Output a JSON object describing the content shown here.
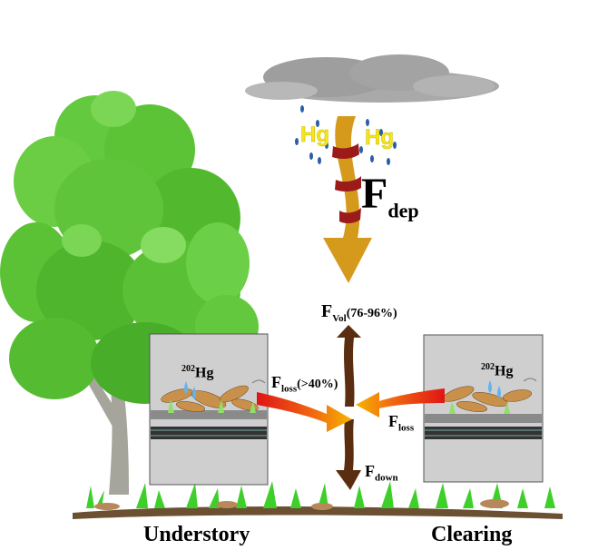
{
  "hg_left": "Hg",
  "hg_right": "Hg",
  "fdep": {
    "main": "F",
    "sub": "dep"
  },
  "fvol": {
    "main": "F",
    "sub": "Vol",
    "pct": "(76-96%)"
  },
  "floss_left": {
    "main": "F",
    "sub": "loss",
    "pct": "(>40%)"
  },
  "floss_right": {
    "main": "F",
    "sub": "loss"
  },
  "fdown": {
    "main": "F",
    "sub": "down"
  },
  "box_left": {
    "sup": "202",
    "label": "Hg"
  },
  "box_right": {
    "sup": "202",
    "label": "Hg"
  },
  "captions": {
    "left": "Understory",
    "right": "Clearing"
  },
  "colors": {
    "foliage": "#5fc63a",
    "trunk": "#a8a8a0",
    "cloud": "#a0a0a0",
    "dep_arrow": "#d49a1a",
    "stripe": "#9b1b1b",
    "brown_arrow": "#5a2d10",
    "box": "#cfcfcf",
    "grass": "#3fcf2a"
  }
}
